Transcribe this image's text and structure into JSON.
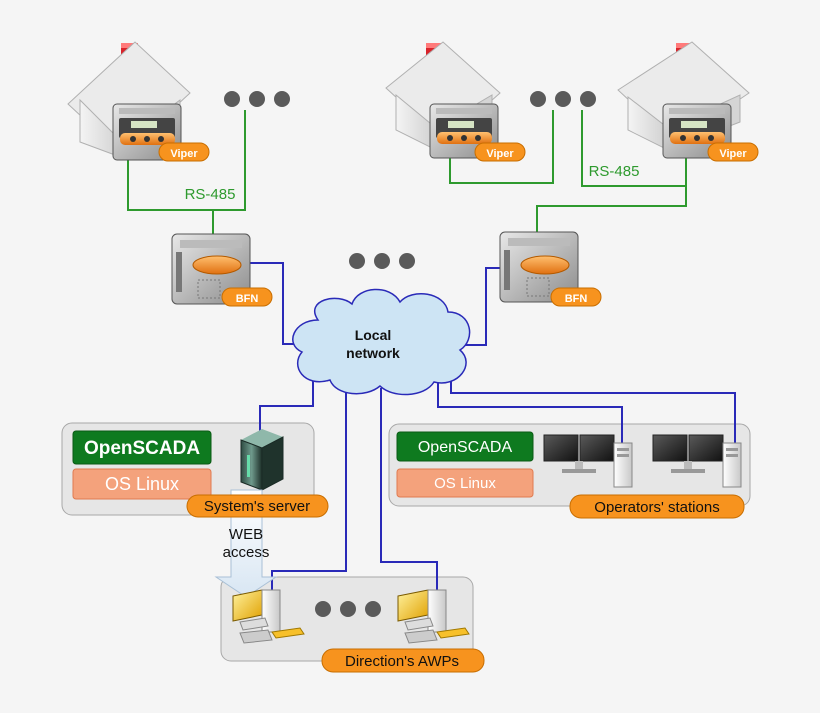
{
  "labels": {
    "viper_1": "Viper",
    "viper_2": "Viper",
    "viper_3": "Viper",
    "rs485_left": "RS-485",
    "rs485_right": "RS-485",
    "bfn_left": "BFN",
    "bfn_right": "BFN",
    "local_network_line1": "Local",
    "local_network_line2": "network",
    "openscada_server": "OpenSCADA",
    "oslinux_server": "OS Linux",
    "systems_server": "System's server",
    "openscada_operators": "OpenSCADA",
    "oslinux_operators": "OS Linux",
    "operators_stations": "Operators' stations",
    "web_line1": "WEB",
    "web_line2": "access",
    "directions_awps": "Direction's AWPs"
  },
  "colors": {
    "background": "#f5f5f5",
    "rs485_wire": "#2e9a2e",
    "network_wire": "#2a2ab8",
    "badge_orange": "#f7931e",
    "openscada_green": "#0e7a1f",
    "oslinux_salmon": "#f4a27c",
    "panel_gray": "#e6e6e6",
    "cloud_blue": "#cde4f4"
  },
  "icons": {
    "house": "house-icon",
    "viper": "controller-icon",
    "bfn": "controller-icon",
    "cloud": "cloud-icon",
    "server": "server-tower-icon",
    "workstation": "workstation-icon",
    "awp": "desktop-pc-icon",
    "ellipsis": "ellipsis-icon"
  }
}
